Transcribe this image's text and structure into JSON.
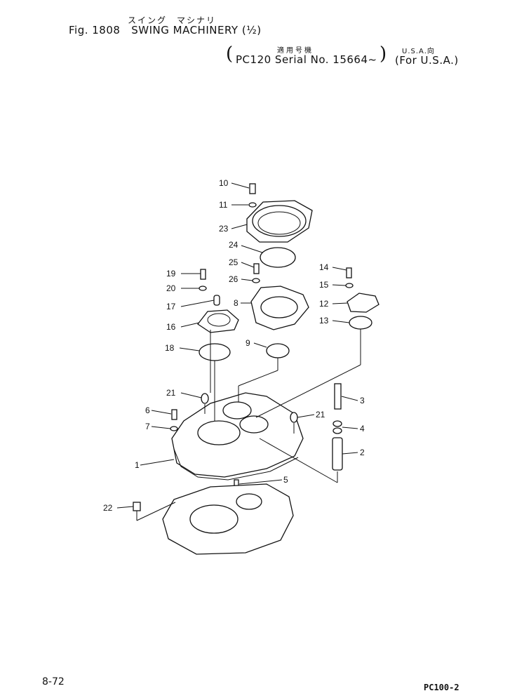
{
  "header": {
    "jp_title": "スイング　マシナリ",
    "figure_label": "Fig. 1808",
    "title": "SWING MACHINERY",
    "sheet": "(½)",
    "jp_applicability": "適用号機",
    "serial": "PC120 Serial No. 15664~",
    "jp_region": "U.S.A.向",
    "region": "(For U.S.A.)"
  },
  "callouts": {
    "c1": "1",
    "c2": "2",
    "c3": "3",
    "c4": "4",
    "c5": "5",
    "c6": "6",
    "c7": "7",
    "c8": "8",
    "c9": "9",
    "c10": "10",
    "c11": "11",
    "c12": "12",
    "c13": "13",
    "c14": "14",
    "c15": "15",
    "c16": "16",
    "c17": "17",
    "c18": "18",
    "c19": "19",
    "c20": "20",
    "c21a": "21",
    "c21b": "21",
    "c22": "22",
    "c23": "23",
    "c24": "24",
    "c25": "25",
    "c26": "26"
  },
  "footer": {
    "page": "8-72",
    "model": "PC100-2"
  }
}
